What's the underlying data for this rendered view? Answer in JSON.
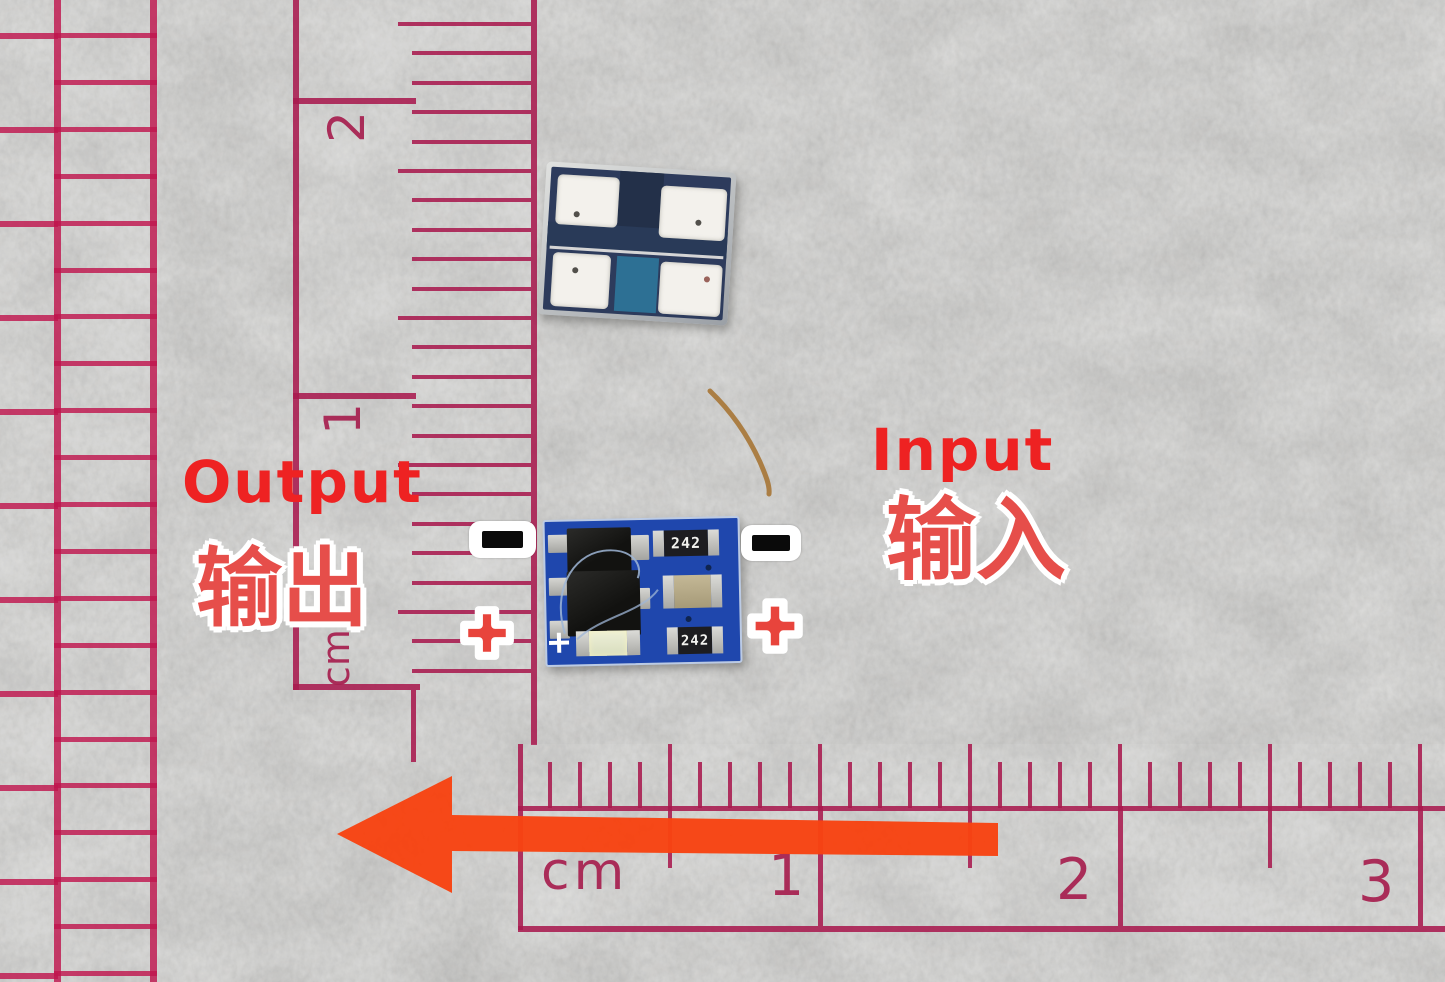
{
  "scene": {
    "description": "Macro photo: two tiny blue PCB voltage modules on gray felt, measured by crimson rulers, with red input/output polarity annotations and a left-pointing arrow",
    "colors": {
      "felt_gray": "#a2a19f",
      "ruler_crimson": "#aa1a4e",
      "annotation_red": "#ee2222",
      "chinese_label_red": "#e64e4a",
      "arrow_orange_red": "#f74312",
      "pcb_blue_top": "#2d3b5c",
      "pcb_blue_bottom": "#1f47ad",
      "pad_white": "#f3f1ec",
      "teal_pad": "#2d7094"
    }
  },
  "annotations": {
    "output": {
      "en": "Output",
      "zh": "输出"
    },
    "input": {
      "en": "Input",
      "zh": "输入"
    },
    "polarity_symbols": {
      "minus": "−",
      "plus": "+"
    },
    "arrow_direction": "left"
  },
  "rulers": {
    "bottom": {
      "unit": "cm",
      "numbers": [
        "1",
        "2",
        "3"
      ]
    },
    "vertical": {
      "unit": "cm",
      "numbers": [
        "2",
        "1"
      ]
    }
  },
  "components": {
    "resistor_codes": [
      "242",
      "242"
    ]
  }
}
